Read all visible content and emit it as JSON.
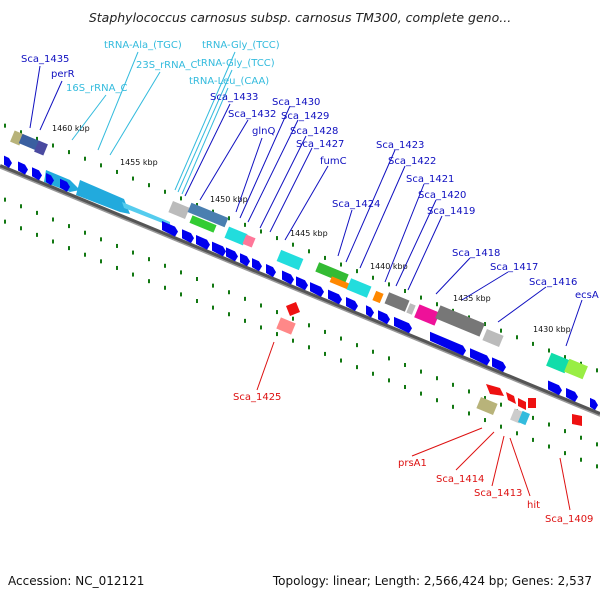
{
  "title": "Staphylococcus carnosus subsp. carnosus TM300, complete geno...",
  "footer": {
    "accession": "Accession: NC_012121",
    "summary": "Topology: linear; Length: 2,566,424 bp; Genes: 2,537"
  },
  "colors": {
    "forward_label": "#1010c0",
    "rna_label": "#33bbdd",
    "reverse_label": "#dd1111",
    "gene_arrow": "#0000ee",
    "reverse_gene": "#ee0000",
    "tick_dots": "#117711"
  },
  "scale_labels": [
    "1460 kbp",
    "1455 kbp",
    "1450 kbp",
    "1445 kbp",
    "1440 kbp",
    "1435 kbp",
    "1430 kbp"
  ],
  "labels": {
    "sca1435": "Sca_1435",
    "perR": "perR",
    "rrna16s": "16S_rRNA_C",
    "trnaAla": "tRNA-Ala_(TGC)",
    "rrna23s": "23S_rRNA_C",
    "trnaGly1": "tRNA-Gly_(TCC)",
    "trnaGly2": "tRNA-Gly_(TCC)",
    "trnaLeu": "tRNA-Leu_(CAA)",
    "sca1433": "Sca_1433",
    "sca1432": "Sca_1432",
    "glnQ": "glnQ",
    "sca1430": "Sca_1430",
    "sca1429": "Sca_1429",
    "sca1428": "Sca_1428",
    "sca1427": "Sca_1427",
    "fumC": "fumC",
    "sca1424": "Sca_1424",
    "sca1423": "Sca_1423",
    "sca1422": "Sca_1422",
    "sca1421": "Sca_1421",
    "sca1420": "Sca_1420",
    "sca1419": "Sca_1419",
    "sca1418": "Sca_1418",
    "sca1417": "Sca_1417",
    "sca1416": "Sca_1416",
    "ecsA": "ecsA",
    "sca1425": "Sca_1425",
    "prsA1": "prsA1",
    "sca1414": "Sca_1414",
    "sca1413": "Sca_1413",
    "hit": "hit",
    "sca1409": "Sca_1409"
  }
}
